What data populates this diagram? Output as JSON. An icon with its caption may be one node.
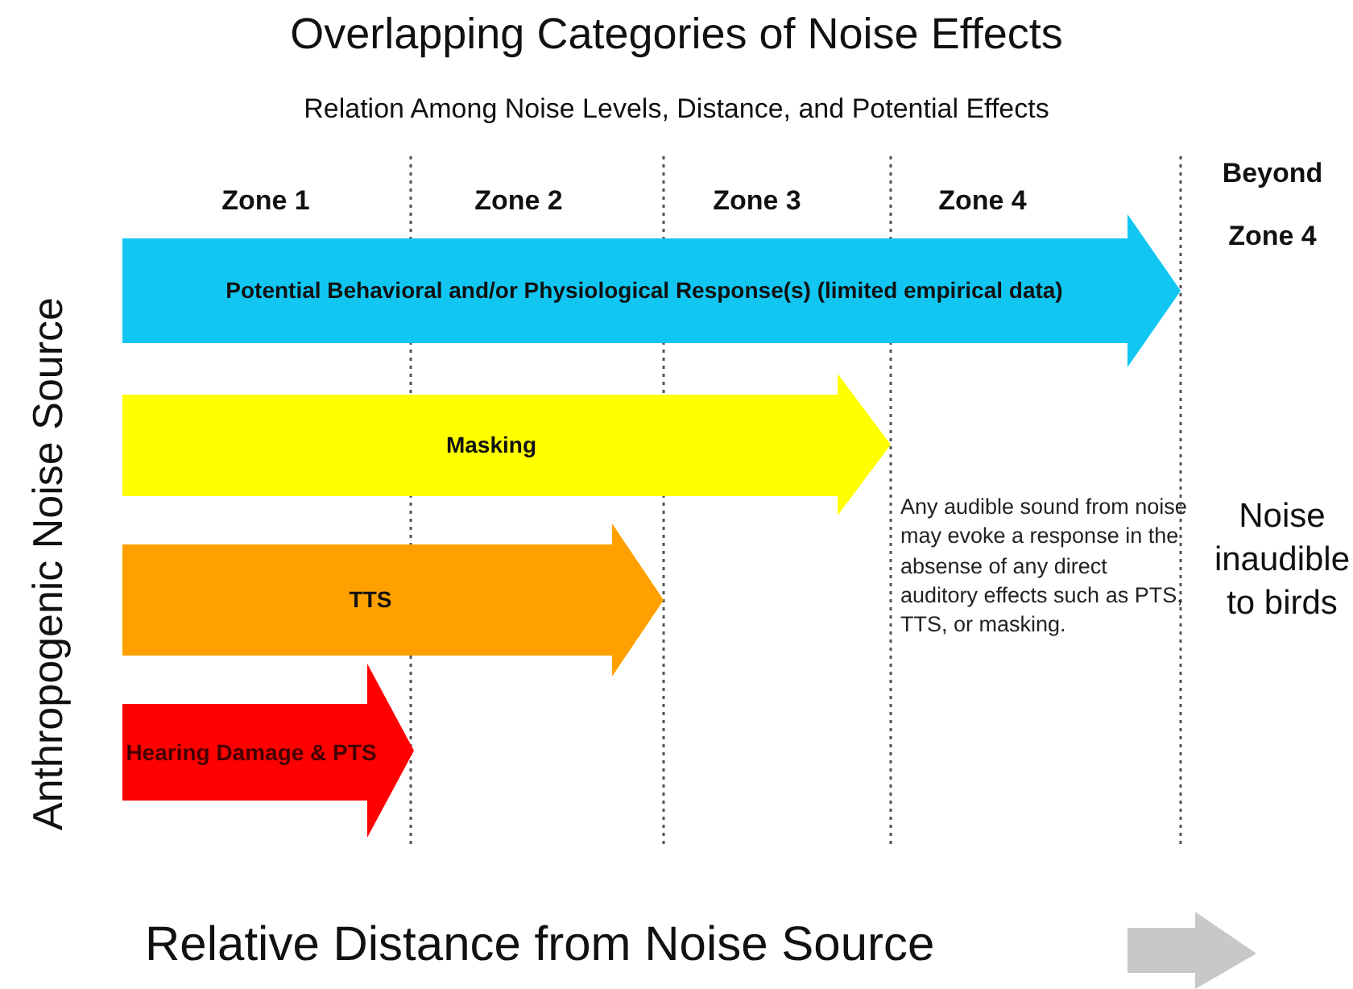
{
  "diagram": {
    "title": "Overlapping Categories of Noise Effects",
    "nodes": [
      {
        "text": [
          "Potential Behavioral and/or Physiological Response(s) (limited empirical data)"
        ]
      },
      {
        "text": [
          "Masking"
        ]
      },
      {
        "text": [
          "TTS"
        ]
      },
      {
        "text": [
          "Hearing Damage & PTS"
        ]
      }
    ],
    "labels": [
      "Relation Among Noise Levels, Distance, and Potential Effects",
      "Zone 1",
      "Zone 2",
      "Zone 3",
      "Zone 4",
      "Beyond",
      "Zone 4",
      "Anthropogenic Noise Source",
      "Any audible sound from noise may evoke a response in the absense of any direct auditory effects such as PTS, TTS, or masking.",
      "Noise inaudible to birds",
      "Relative Distance from Noise Source"
    ]
  }
}
